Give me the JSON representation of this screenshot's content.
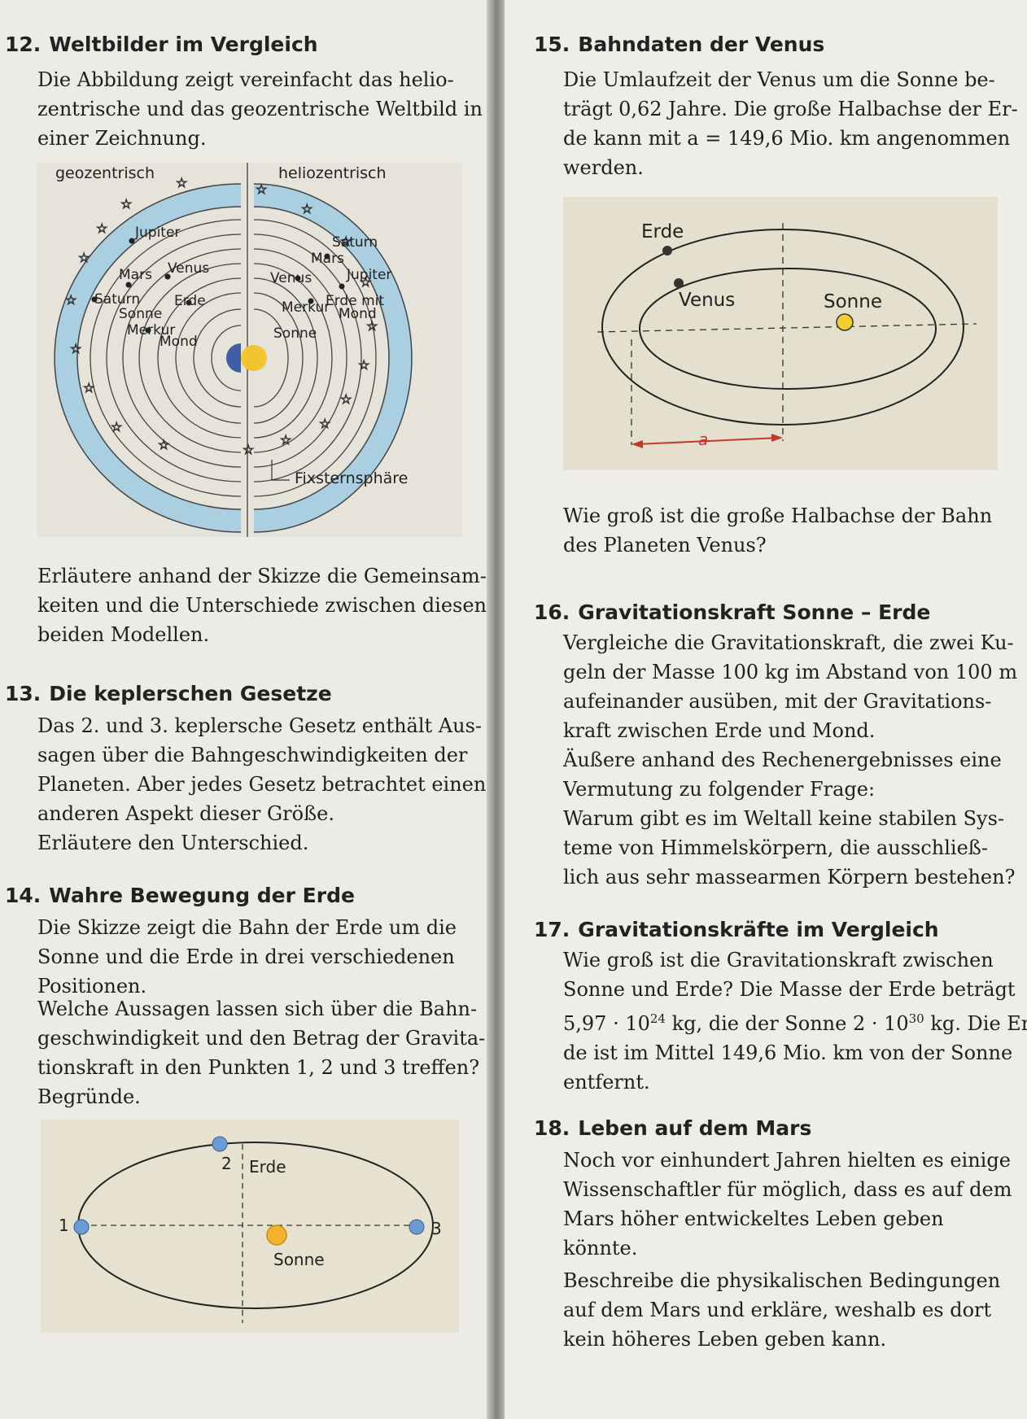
{
  "left": {
    "t12": {
      "num": "12.",
      "title": "Weltbilder im Vergleich",
      "intro": [
        "Die Abbildung zeigt vereinfacht das helio-",
        "zentrische und das geozentrische Weltbild in",
        "einer Zeichnung."
      ],
      "task": [
        "Erläutere anhand der Skizze die Gemeinsam-",
        "keiten und die Unterschiede zwischen diesen",
        "beiden Modellen."
      ]
    },
    "fig12": {
      "geo_title": "geozentrisch",
      "helio_title": "heliozentrisch",
      "fixed_stars": "Fixsternsphäre",
      "geo_labels": {
        "jupiter": "Jupiter",
        "mars": "Mars",
        "venus": "Venus",
        "saturn": "Saturn",
        "sonne": "Sonne",
        "erde": "Erde",
        "merkur": "Merkur",
        "mond": "Mond"
      },
      "helio_labels": {
        "saturn": "Saturn",
        "mars": "Mars",
        "jupiter": "Jupiter",
        "venus": "Venus",
        "erde_mit": "Erde mit",
        "mond": "Mond",
        "merkur": "Merkur",
        "sonne": "Sonne"
      }
    },
    "t13": {
      "num": "13.",
      "title": "Die keplerschen Gesetze",
      "text": [
        "Das 2. und 3. keplersche Gesetz enthält Aus-",
        "sagen über die Bahngeschwindigkeiten der",
        "Planeten. Aber jedes Gesetz betrachtet einen",
        "anderen Aspekt dieser Größe.",
        "Erläutere den Unterschied."
      ]
    },
    "t14": {
      "num": "14.",
      "title": "Wahre Bewegung der Erde",
      "text": [
        "Die Skizze zeigt die Bahn der Erde um die",
        "Sonne und die Erde in drei verschiedenen",
        "Positionen."
      ],
      "task": [
        "Welche Aussagen lassen sich über die Bahn-",
        "geschwindigkeit und den Betrag der Gravita-",
        "tionskraft in den Punkten 1, 2 und 3 treffen?",
        "Begründe."
      ]
    },
    "fig14": {
      "p1": "1",
      "p2": "2",
      "p3": "3",
      "erde": "Erde",
      "sonne": "Sonne"
    }
  },
  "right": {
    "t15": {
      "num": "15.",
      "title": "Bahndaten der Venus",
      "text": [
        "Die Umlaufzeit der Venus um die Sonne be-",
        "trägt 0,62 Jahre. Die große Halbachse der Er-",
        "de kann mit a = 149,6 Mio. km angenommen",
        "werden."
      ],
      "question": [
        "Wie groß ist die große Halbachse der Bahn",
        "des Planeten Venus?"
      ]
    },
    "fig15": {
      "erde": "Erde",
      "venus": "Venus",
      "sonne": "Sonne",
      "a": "a"
    },
    "t16": {
      "num": "16.",
      "title": "Gravitationskraft Sonne – Erde",
      "text": [
        "Vergleiche die Gravitationskraft, die zwei Ku-",
        "geln der Masse 100 kg im Abstand von 100 m",
        "aufeinander ausüben, mit der Gravitations-",
        "kraft zwischen Erde und Mond.",
        "Äußere anhand des Rechenergebnisses eine",
        "Vermutung zu folgender Frage:",
        "Warum gibt es im Weltall keine stabilen Sys-",
        "teme von Himmelskörpern, die ausschließ-",
        "lich aus sehr massearmen Körpern bestehen?"
      ]
    },
    "t17": {
      "num": "17.",
      "title": "Gravitationskräfte im Vergleich",
      "line1": "Wie groß ist die Gravitationskraft zwischen",
      "line2": "Sonne und Erde? Die Masse der Erde beträgt",
      "line3a": "5,97 · 10",
      "exp1": "24",
      "line3b": " kg, die der Sonne 2 · 10",
      "exp2": "30",
      "line3c": " kg. Die Er-",
      "line4": "de ist im Mittel 149,6 Mio. km von der Sonne",
      "line5": "entfernt."
    },
    "t18": {
      "num": "18.",
      "title": "Leben auf dem Mars",
      "text": [
        "Noch vor einhundert Jahren hielten es einige",
        "Wissenschaftler für möglich, dass es auf dem",
        "Mars höher entwickeltes Leben geben",
        "könnte."
      ],
      "task": [
        "Beschreibe die physikalischen Bedingungen",
        "auf dem Mars und erkläre, weshalb es dort",
        "kein höheres Leben geben kann."
      ]
    }
  }
}
